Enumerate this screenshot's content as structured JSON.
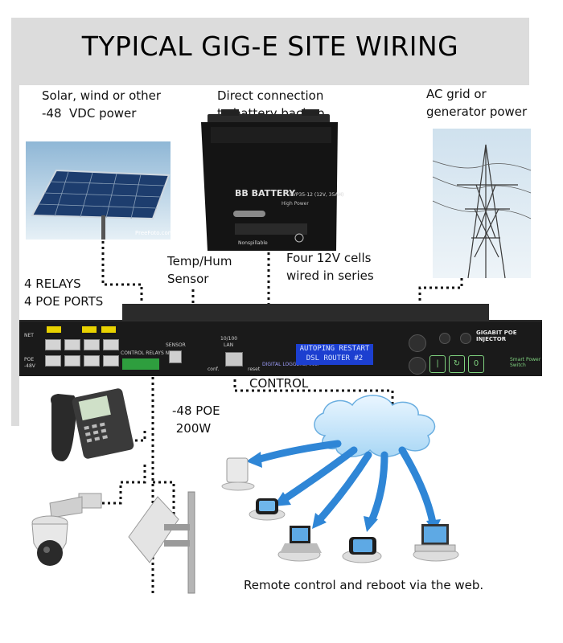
{
  "title": "TYPICAL GIG-E SITE WIRING",
  "labels": {
    "solar": "Solar, wind or other\n-48  VDC power",
    "battery_direct": "Direct connection\nto battery backup",
    "ac_grid": "AC grid or\ngenerator power",
    "temp_hum": "Temp/Hum\nSensor",
    "four_cells": "Four 12V cells\nwired in series",
    "relays": "4 RELAYS\n4 POE PORTS",
    "control": "CONTROL",
    "poe": "-48 POE\n 200W",
    "remote": "Remote control and reboot via the web."
  },
  "battery": {
    "brand": "BB BATTERY",
    "model": "EVP35-12 (12V, 35AH)",
    "sub": "High Power",
    "nonspill": "Nonspillable"
  },
  "image_caption": "PreeFoto.com",
  "panel": {
    "product": "GIGABIT POE INJECTOR",
    "lcd_line1": "AUTOPING RESTART",
    "lcd_line2": "DSL ROUTER #2",
    "net": "NET",
    "poe": "POE",
    "poe_v": "-48V",
    "control_relays": "CONTROL RELAYS N.O.",
    "sensor": "SENSOR",
    "lan_top": "10/100",
    "lan": "LAN",
    "conf": "conf.",
    "reset": "reset",
    "maker": "DIGITAL LOGGERS, INC.",
    "brand": "Smart Power Switch",
    "colors": {
      "lcd": "#1c3fd0",
      "led_tab": "#e8d200",
      "button_green": "#7fd27f"
    }
  }
}
